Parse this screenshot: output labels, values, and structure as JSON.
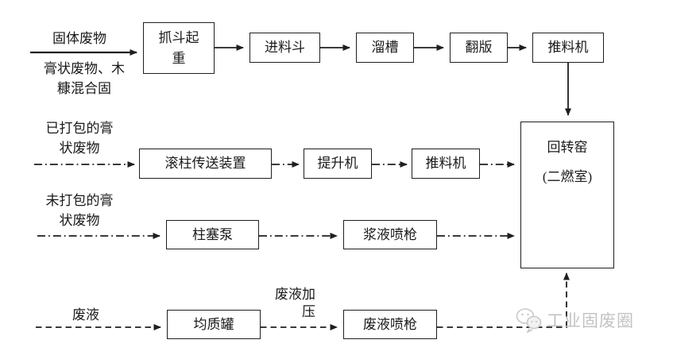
{
  "diagram": {
    "row1": {
      "input_label_above": "固体废物",
      "input_label_below": "膏状废物、木\n糠混合固",
      "nodes": {
        "grab_crane": "抓斗起\n重",
        "feed_hopper": "进料斗",
        "chute": "溜槽",
        "flip_plate": "翻版",
        "pusher": "推料机"
      }
    },
    "row2": {
      "input_label": "已打包的膏\n状废物",
      "nodes": {
        "roller_conveyor": "滚柱传送装置",
        "elevator": "提升机",
        "pusher": "推料机"
      }
    },
    "row3": {
      "input_label": "未打包的膏\n状废物",
      "nodes": {
        "plunger_pump": "柱塞泵",
        "slurry_spray_gun": "浆液喷枪"
      }
    },
    "row4": {
      "input_label": "废液",
      "edge_label": "废液加\n压",
      "nodes": {
        "homogenizing_tank": "均质罐",
        "waste_liquid_spray_gun": "废液喷枪"
      }
    },
    "kiln": "回转窑\n(二燃室)"
  },
  "watermark": {
    "logo": "wechat-logo",
    "text": "工业固废圈"
  },
  "colors": {
    "line": "#1f1f1f",
    "watermark_gray": "#c3c3c3",
    "background": "#ffffff"
  }
}
